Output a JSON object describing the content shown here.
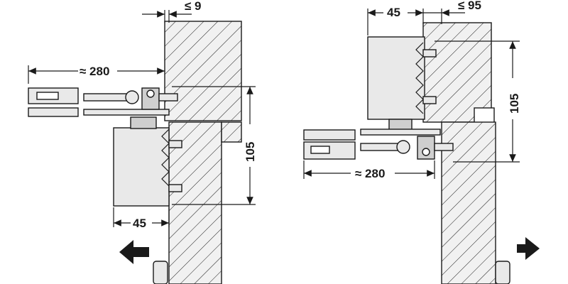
{
  "labels": {
    "left_top": "≤ 9",
    "left_arm": "≈ 280",
    "left_height": "105",
    "left_bottom": "45",
    "right_top_a": "45",
    "right_top_b": "≤ 95",
    "right_height": "105",
    "right_arm": "≈ 280"
  },
  "arrows": {
    "left": "push-left-arrow-icon",
    "right": "push-right-arrow-icon"
  },
  "colors": {
    "stroke": "#1a1a1a",
    "part_fill": "#e9e9e9",
    "arrow_fill": "#1a1a1a"
  }
}
